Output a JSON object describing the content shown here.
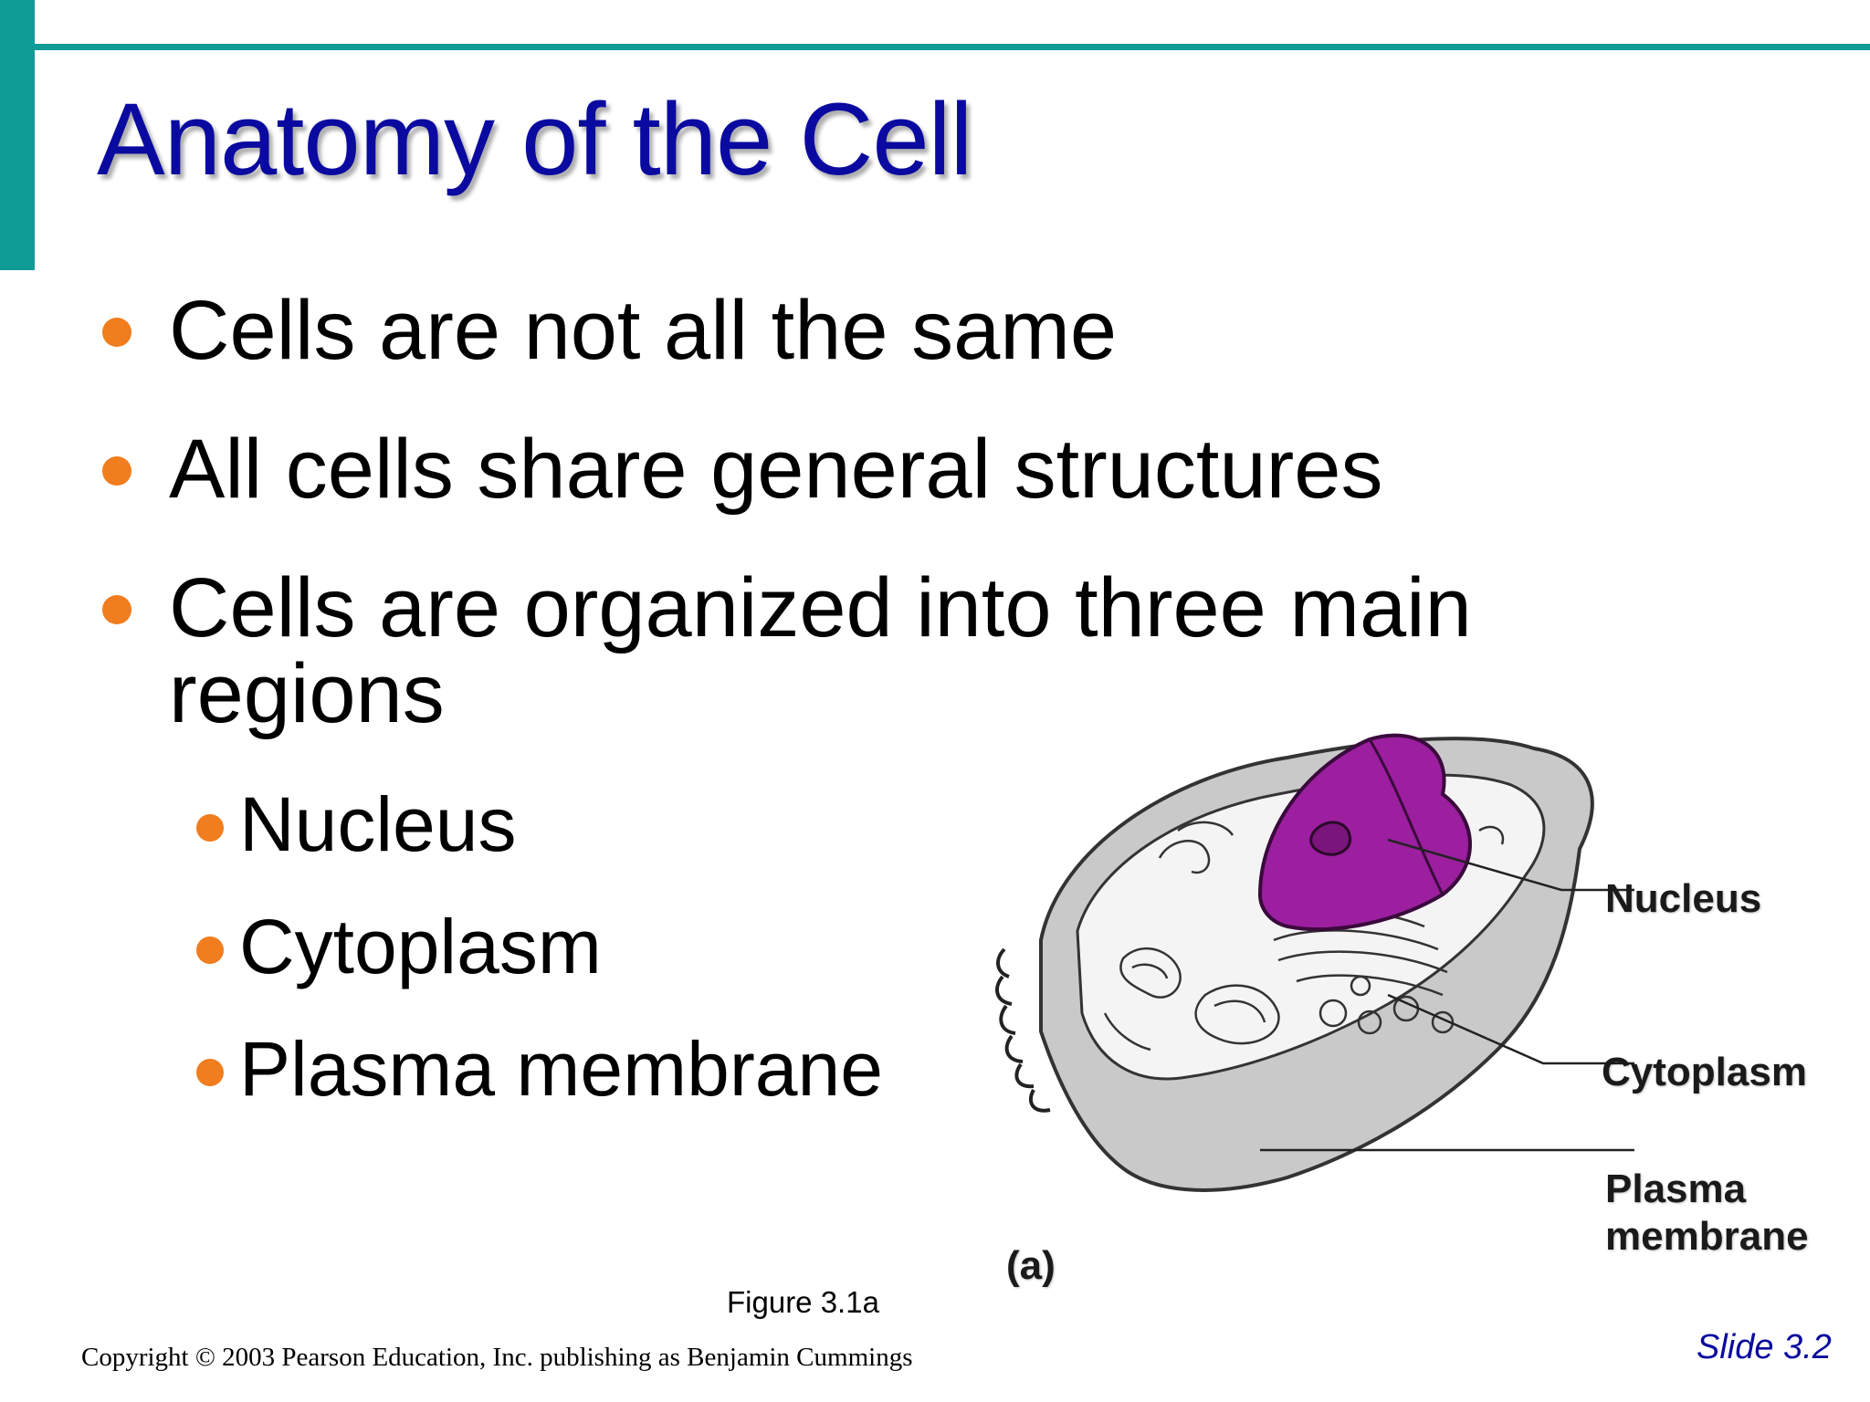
{
  "slide": {
    "title": "Anatomy of the Cell",
    "bullets": [
      "Cells are not all the same",
      "All cells share general structures",
      "Cells are organized into three main",
      "regions"
    ],
    "sub_bullets": [
      "Nucleus",
      "Cytoplasm",
      "Plasma membrane"
    ],
    "figure": {
      "labels": {
        "nucleus": "Nucleus",
        "cytoplasm": "Cytoplasm",
        "plasma_line1": "Plasma",
        "plasma_line2": "membrane",
        "panel": "(a)"
      },
      "caption": "Figure 3.1a"
    },
    "copyright": "Copyright © 2003 Pearson Education, Inc. publishing as Benjamin Cummings",
    "slide_number": "Slide 3.2"
  },
  "colors": {
    "accent_teal": "#0f9b96",
    "title_blue": "#0a0aa0",
    "bullet_orange": "#f07d1e",
    "nucleus_purple": "#9b1f9e"
  }
}
